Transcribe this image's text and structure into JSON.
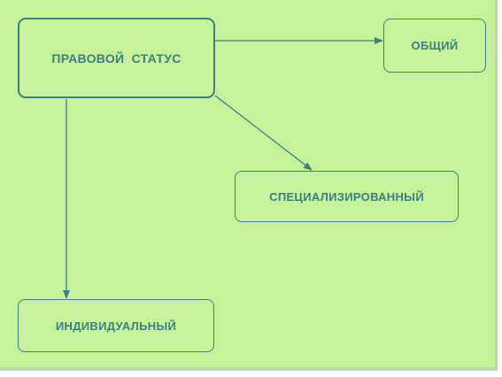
{
  "diagram": {
    "root": {
      "label": "ПРАВОВОЙ СТАТУС"
    },
    "children": [
      {
        "id": "general",
        "label": "ОБЩИЙ"
      },
      {
        "id": "special",
        "label": "СПЕЦИАЛИЗИРОВАННЫЙ"
      },
      {
        "id": "individual",
        "label": "ИНДИВИДУАЛЬНЫЙ"
      }
    ],
    "colors": {
      "background": "#c6f39a",
      "stroke": "#3b7f84",
      "text": "#3b7f84"
    }
  }
}
